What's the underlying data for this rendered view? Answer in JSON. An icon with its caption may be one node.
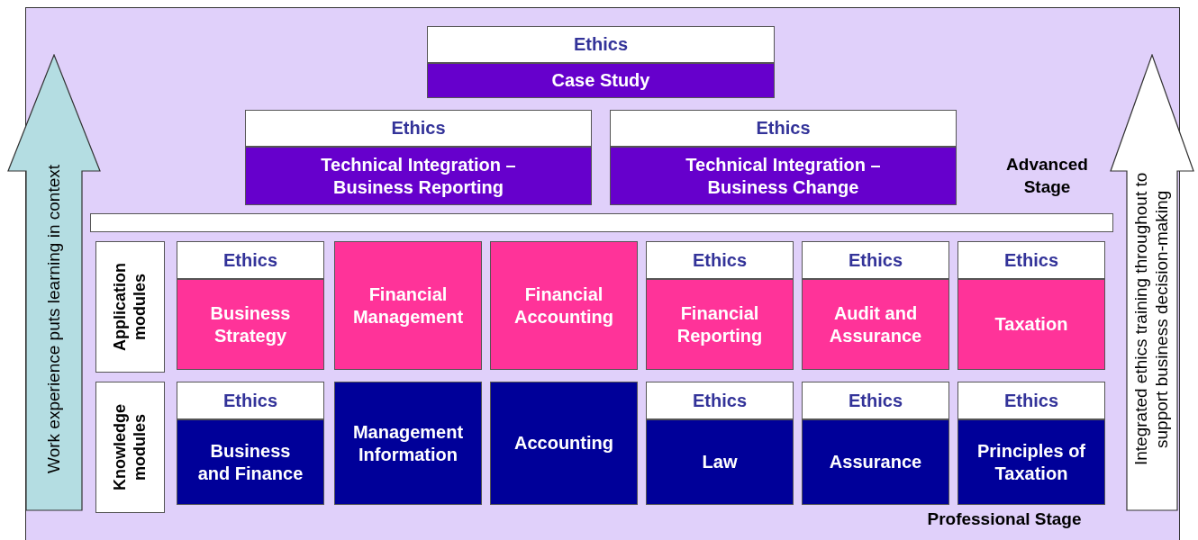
{
  "diagram": {
    "nodes": [
      {
        "text": [
          "Ethics",
          "Case Study"
        ]
      },
      {
        "text": [
          "Ethics",
          "Technical Integration – Business Reporting"
        ]
      },
      {
        "text": [
          "Ethics",
          "Technical Integration – Business Change"
        ]
      },
      {
        "text": [
          "Application modules"
        ]
      },
      {
        "text": [
          "Ethics",
          "Business Strategy"
        ]
      },
      {
        "text": [
          "Financial Management"
        ]
      },
      {
        "text": [
          "Financial Accounting"
        ]
      },
      {
        "text": [
          "Ethics",
          "Financial Reporting"
        ]
      },
      {
        "text": [
          "Ethics",
          "Audit and Assurance"
        ]
      },
      {
        "text": [
          "Ethics",
          "Taxation"
        ]
      },
      {
        "text": [
          "Knowledge modules"
        ]
      },
      {
        "text": [
          "Ethics",
          "Business and Finance"
        ]
      },
      {
        "text": [
          "Management Information"
        ]
      },
      {
        "text": [
          "Accounting"
        ]
      },
      {
        "text": [
          "Ethics",
          "Law"
        ]
      },
      {
        "text": [
          "Ethics",
          "Assurance"
        ]
      },
      {
        "text": [
          "Ethics",
          "Principles of Taxation"
        ]
      },
      {
        "text": [
          "Work experience puts learning in context"
        ]
      },
      {
        "text": [
          "Integrated ethics training throughout to support business decision-making"
        ]
      },
      {
        "text": [],
        "shape": "bar"
      }
    ],
    "edges": [],
    "labels": [
      "Advanced Stage",
      "Professional Stage"
    ]
  }
}
